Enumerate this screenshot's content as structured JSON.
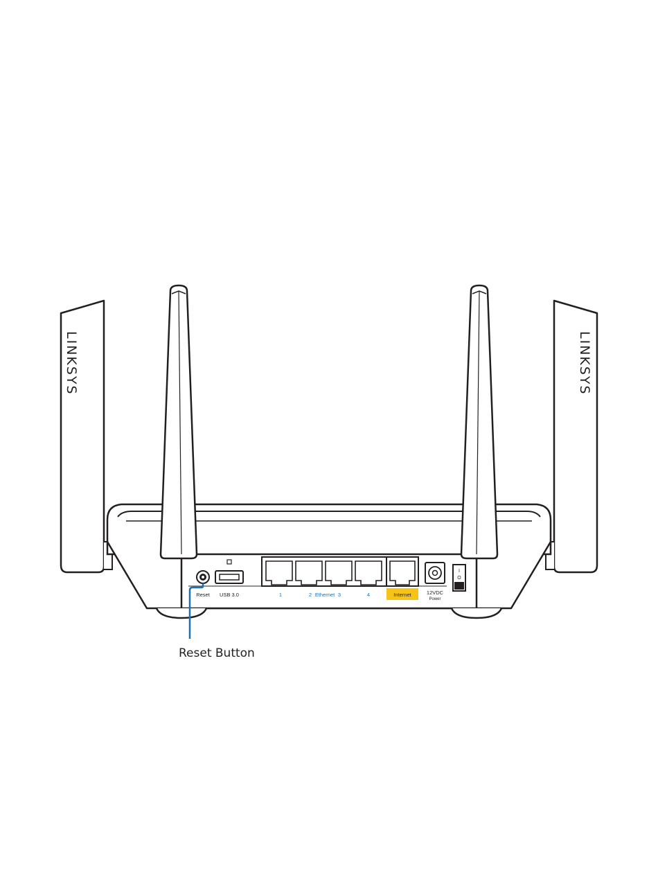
{
  "brand": {
    "left_text": "LINKSYS",
    "right_text": "LINKSYS"
  },
  "ports": {
    "reset": "Reset",
    "usb": "USB 3.0",
    "eth_1": "1",
    "eth_2": "2",
    "eth_group": "Ethernet",
    "eth_3": "3",
    "eth_4": "4",
    "internet": "Internet",
    "power_voltage": "12VDC",
    "power": "Power",
    "switch_on": "I",
    "switch_off": "O"
  },
  "callout": {
    "label": "Reset Button"
  },
  "colors": {
    "outline": "#231f20",
    "ethernet_text": "#1a6fb5",
    "internet_highlight": "#f6c417",
    "callout_line": "#1a6fb5"
  }
}
